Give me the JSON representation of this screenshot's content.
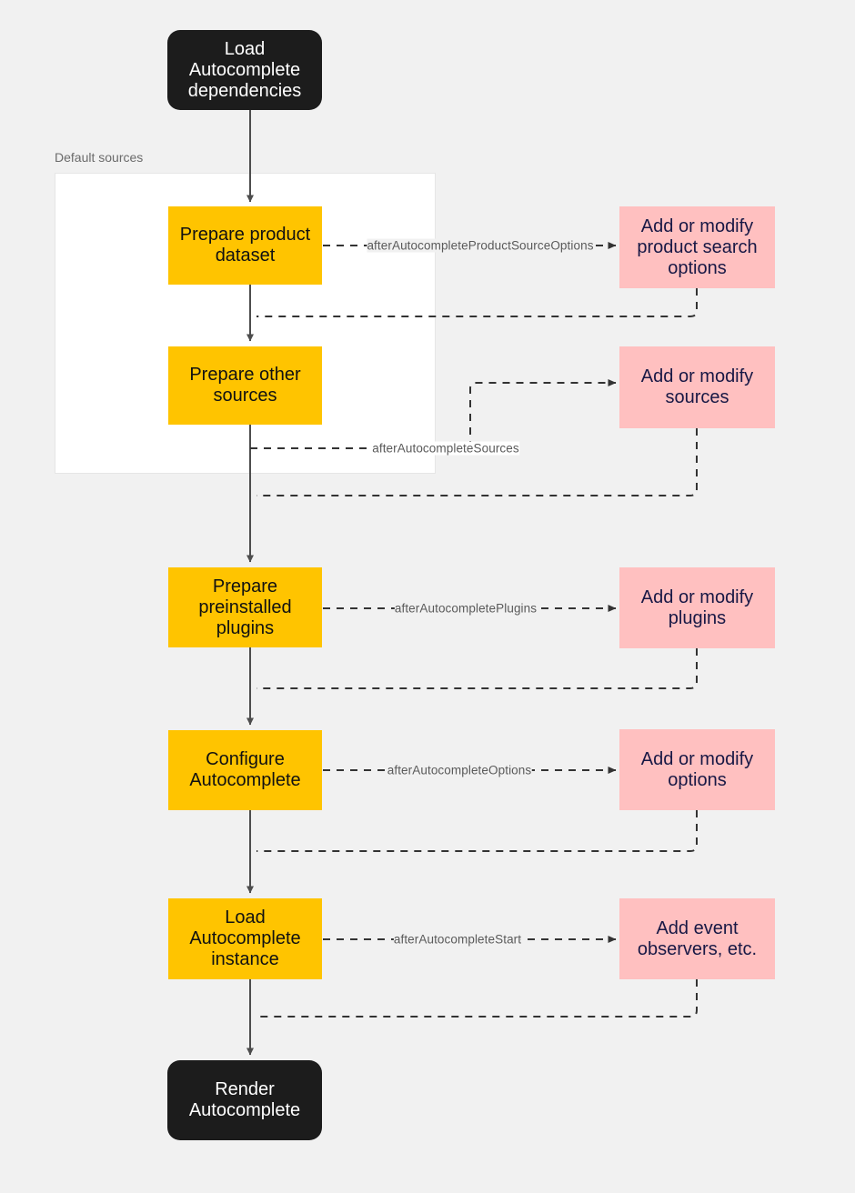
{
  "diagram": {
    "type": "flowchart",
    "title": "Autocomplete lifecycle flowchart",
    "background_color": "#f1f1f1",
    "colors": {
      "terminal_fill": "#1c1c1c",
      "terminal_text": "#ffffff",
      "process_fill": "#ffc400",
      "process_text": "#111111",
      "hook_fill": "#ffc0c0",
      "hook_text": "#181845",
      "group_fill": "#ffffff",
      "group_border": "#e6e6e6",
      "edge_stroke": "#4d4d4d",
      "edge_label_text": "#5a5a5a",
      "group_label_text": "#6b6b6b"
    },
    "group": {
      "label": "Default sources"
    },
    "nodes": [
      {
        "id": "load-deps",
        "kind": "terminal",
        "label": "Load\nAutocomplete\ndependencies"
      },
      {
        "id": "prepare-product",
        "kind": "process",
        "label": "Prepare product\ndataset"
      },
      {
        "id": "prepare-other",
        "kind": "process",
        "label": "Prepare other\nsources"
      },
      {
        "id": "prepare-plugins",
        "kind": "process",
        "label": "Prepare\npreinstalled\nplugins"
      },
      {
        "id": "configure",
        "kind": "process",
        "label": "Configure\nAutocomplete"
      },
      {
        "id": "load-instance",
        "kind": "process",
        "label": "Load\nAutocomplete\ninstance"
      },
      {
        "id": "render",
        "kind": "terminal",
        "label": "Render\nAutocomplete"
      },
      {
        "id": "hook-product",
        "kind": "hook",
        "label": "Add or modify\nproduct search\noptions"
      },
      {
        "id": "hook-sources",
        "kind": "hook",
        "label": "Add or modify\nsources"
      },
      {
        "id": "hook-plugins",
        "kind": "hook",
        "label": "Add or modify\nplugins"
      },
      {
        "id": "hook-options",
        "kind": "hook",
        "label": "Add or modify\noptions"
      },
      {
        "id": "hook-events",
        "kind": "hook",
        "label": "Add event\nobservers, etc."
      }
    ],
    "edge_labels": [
      {
        "id": "lbl-product-source-options",
        "text": "afterAutocompleteProductSourceOptions"
      },
      {
        "id": "lbl-sources",
        "text": "afterAutocompleteSources"
      },
      {
        "id": "lbl-plugins",
        "text": "afterAutocompletePlugins"
      },
      {
        "id": "lbl-options",
        "text": "afterAutocompleteOptions"
      },
      {
        "id": "lbl-start",
        "text": "afterAutocompleteStart"
      }
    ]
  }
}
